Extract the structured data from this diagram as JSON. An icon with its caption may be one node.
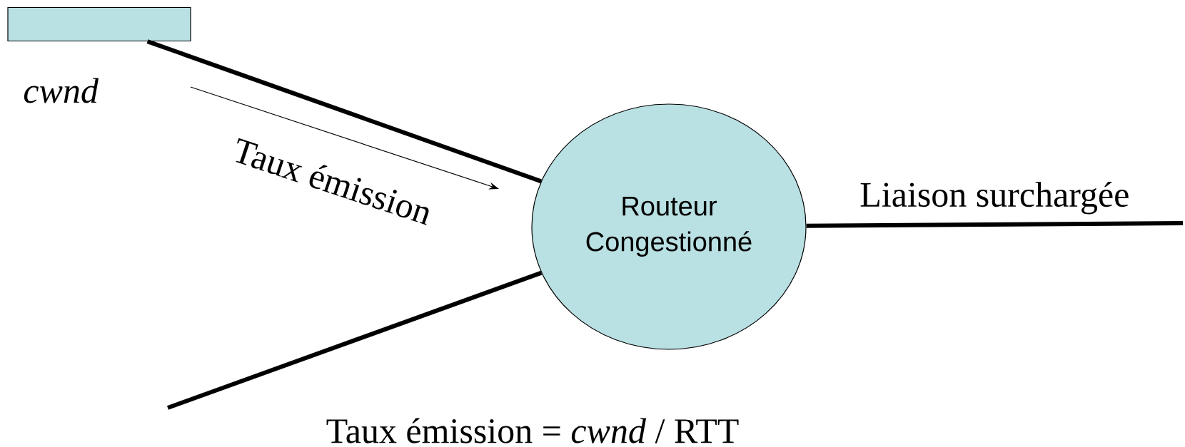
{
  "diagram": {
    "nodes": [
      {
        "text": [],
        "shape": "box",
        "beside": [
          "cwnd"
        ]
      },
      {
        "text": [
          "Routeur Congestionné"
        ]
      }
    ],
    "edges": [
      {
        "from": 0,
        "to": 1,
        "arrow": "none"
      },
      {
        "from": null,
        "to": 1,
        "arrow": "none"
      },
      {
        "from": 1,
        "to": null,
        "arrow": "none",
        "label": "Liaison surchargée"
      }
    ],
    "labels": [
      "Taux émission",
      "Taux émission = *cwnd* / RTT"
    ]
  }
}
